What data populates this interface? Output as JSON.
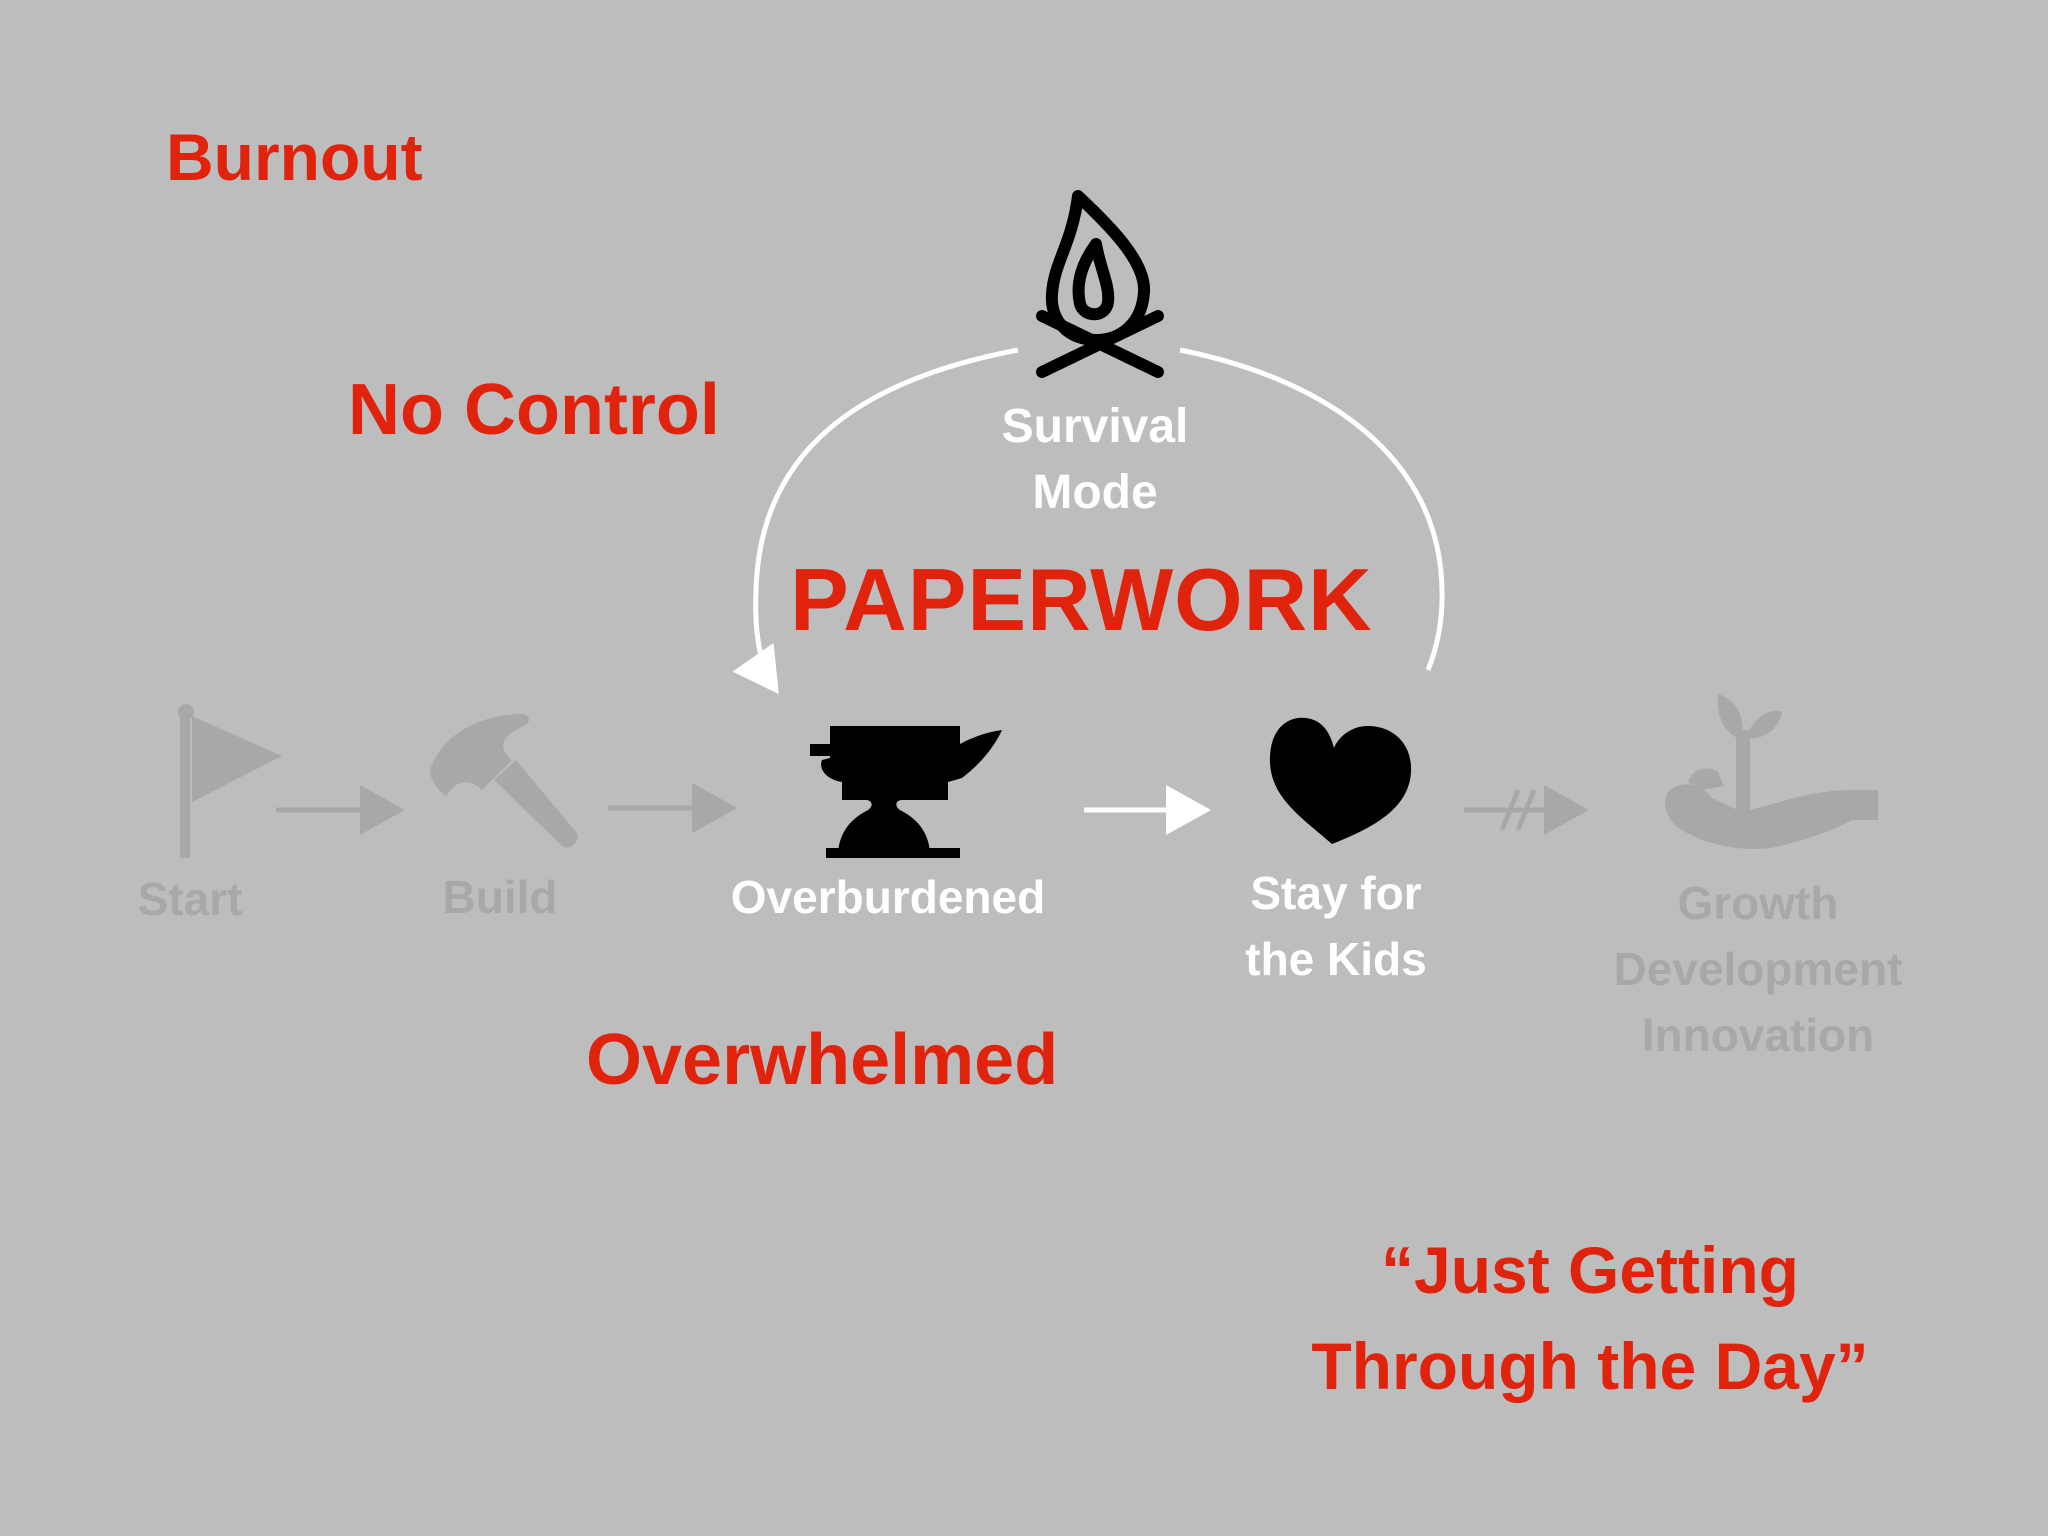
{
  "labels": {
    "burnout": "Burnout",
    "no_control": "No Control",
    "paperwork": "PAPERWORK",
    "overwhelmed": "Overwhelmed",
    "quote_line1": "“Just Getting",
    "quote_line2": "Through the Day”"
  },
  "nodes": {
    "survival_line1": "Survival",
    "survival_line2": "Mode",
    "start": "Start",
    "build": "Build",
    "overburdened": "Overburdened",
    "stay_line1": "Stay for",
    "stay_line2": "the Kids",
    "growth_line1": "Growth",
    "growth_line2": "Development",
    "growth_line3": "Innovation"
  },
  "icons": {
    "start": "flag-icon",
    "build": "hammer-icon",
    "overburdened": "anvil-icon",
    "stay": "heart-icon",
    "growth": "plant-in-hand-icon",
    "survival": "campfire-icon"
  },
  "colors": {
    "background": "#bebdbe",
    "accent_red": "#e0230d",
    "active": "#000000",
    "inactive": "#a9a8a9",
    "highlight_text": "#ffffff"
  }
}
